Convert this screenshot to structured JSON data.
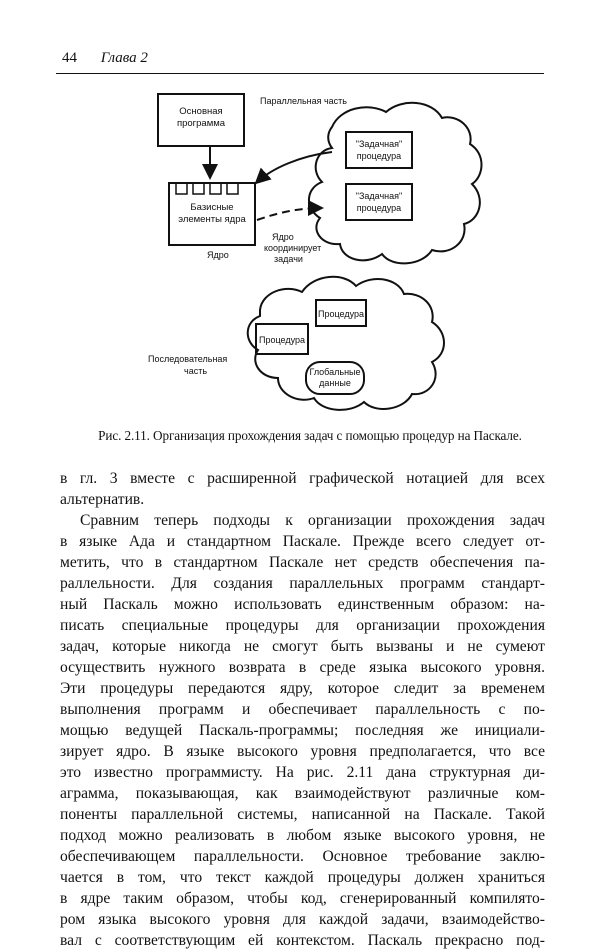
{
  "header": {
    "page_number": "44",
    "chapter": "Глава 2"
  },
  "figure": {
    "main_program": [
      "Основная",
      "программа"
    ],
    "parallel_label": "Параллельная часть",
    "task_proc_1": [
      "\"Задачная\"",
      "процедура"
    ],
    "task_proc_2": [
      "\"Задачная\"",
      "процедура"
    ],
    "kernel_box": [
      "Базисные",
      "элементы ядра"
    ],
    "kernel_label": "Ядро",
    "coordinates": [
      "Ядро",
      "координирует",
      "задачи"
    ],
    "procedure_1": "Процедура",
    "procedure_2": "Процедура",
    "global_data": [
      "Глобальные",
      "данные"
    ],
    "sequential_label": [
      "Последовательная",
      "часть"
    ]
  },
  "caption": "Рис. 2.11. Организация прохождения задач с помощью процедур на Паскале.",
  "body": {
    "para1": [
      "в гл. 3 вместе с расширенной графической нотацией для всех",
      "альтернатив."
    ],
    "para2": [
      "Сравним теперь подходы к организации прохождения задач",
      "в языке Ада и стандартном Паскале. Прежде всего следует от-",
      "метить, что в стандартном Паскале нет средств обеспечения па-",
      "раллельности. Для создания параллельных программ стандарт-",
      "ный Паскаль можно использовать единственным образом: на-",
      "писать специальные процедуры для организации прохождения",
      "задач, которые никогда не смогут быть вызваны и не сумеют",
      "осуществить нужного возврата в среде языка высокого уровня.",
      "Эти процедуры передаются ядру, которое следит за временем",
      "выполнения программ и обеспечивает параллельность с по-",
      "мощью ведущей Паскаль-программы; последняя же инициали-",
      "зирует ядро. В языке высокого уровня предполагается, что все",
      "это известно программисту. На рис. 2.11 дана структурная ди-",
      "аграмма, показывающая, как взаимодействуют различные ком-",
      "поненты параллельной системы, написанной на Паскале. Такой",
      "подход можно реализовать в любом языке высокого уровня, не",
      "обеспечивающем параллельности. Основное требование заклю-",
      "чается в том, что текст каждой процедуры должен храниться",
      "в ядре таким образом, чтобы код, сгенерированный компилято-",
      "ром языка высокого уровня для каждой задачи, взаимодейство-",
      "вал с соответствующим ей контекстом. Паскаль прекрасно под-"
    ]
  }
}
